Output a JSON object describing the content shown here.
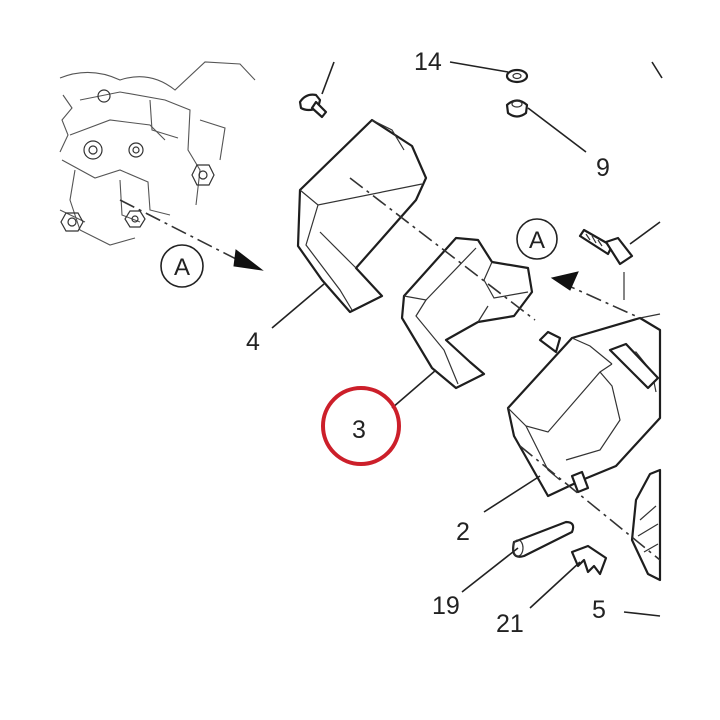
{
  "callouts": {
    "p14": "14",
    "p9": "9",
    "p4": "4",
    "p3": "3",
    "p2": "2",
    "p19": "19",
    "p21": "21",
    "p5": "5"
  },
  "view_markers": {
    "left": "A",
    "right": "A"
  },
  "colors": {
    "highlight_ring": "#cc1f2a",
    "line_art": "#1e1e1e",
    "background": "#ffffff"
  }
}
